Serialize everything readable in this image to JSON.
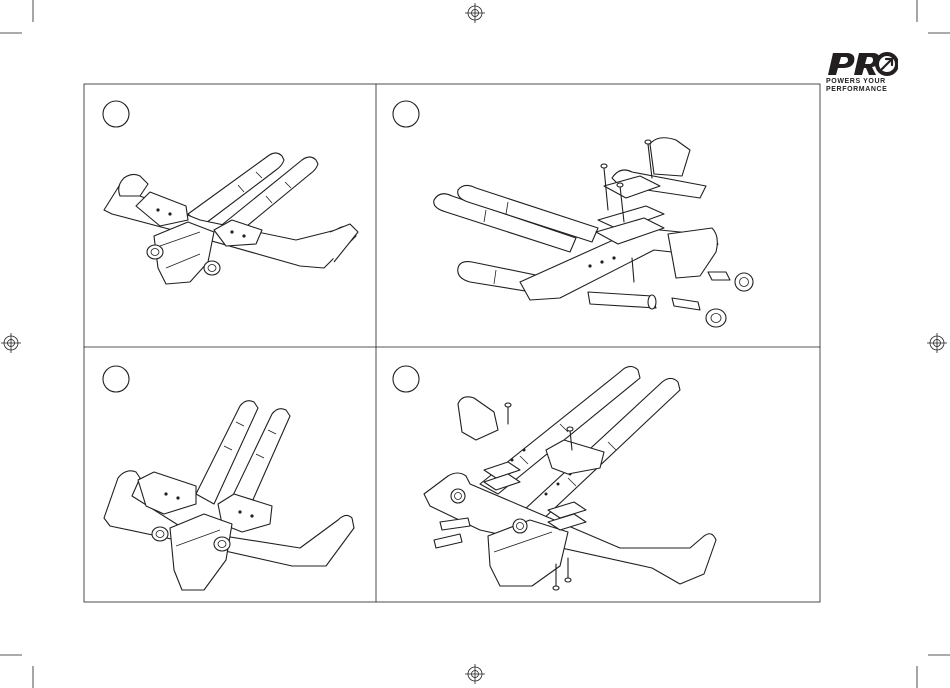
{
  "brand": {
    "logo_text": "PRO",
    "tagline_line1": "POWERS YOUR",
    "tagline_line2": "PERFORMANCE"
  },
  "panels": [
    {
      "id": "panel-1",
      "step": ""
    },
    {
      "id": "panel-2",
      "step": ""
    },
    {
      "id": "panel-3",
      "step": ""
    },
    {
      "id": "panel-4",
      "step": ""
    }
  ],
  "colors": {
    "ink": "#231f20",
    "paper": "#ffffff"
  }
}
